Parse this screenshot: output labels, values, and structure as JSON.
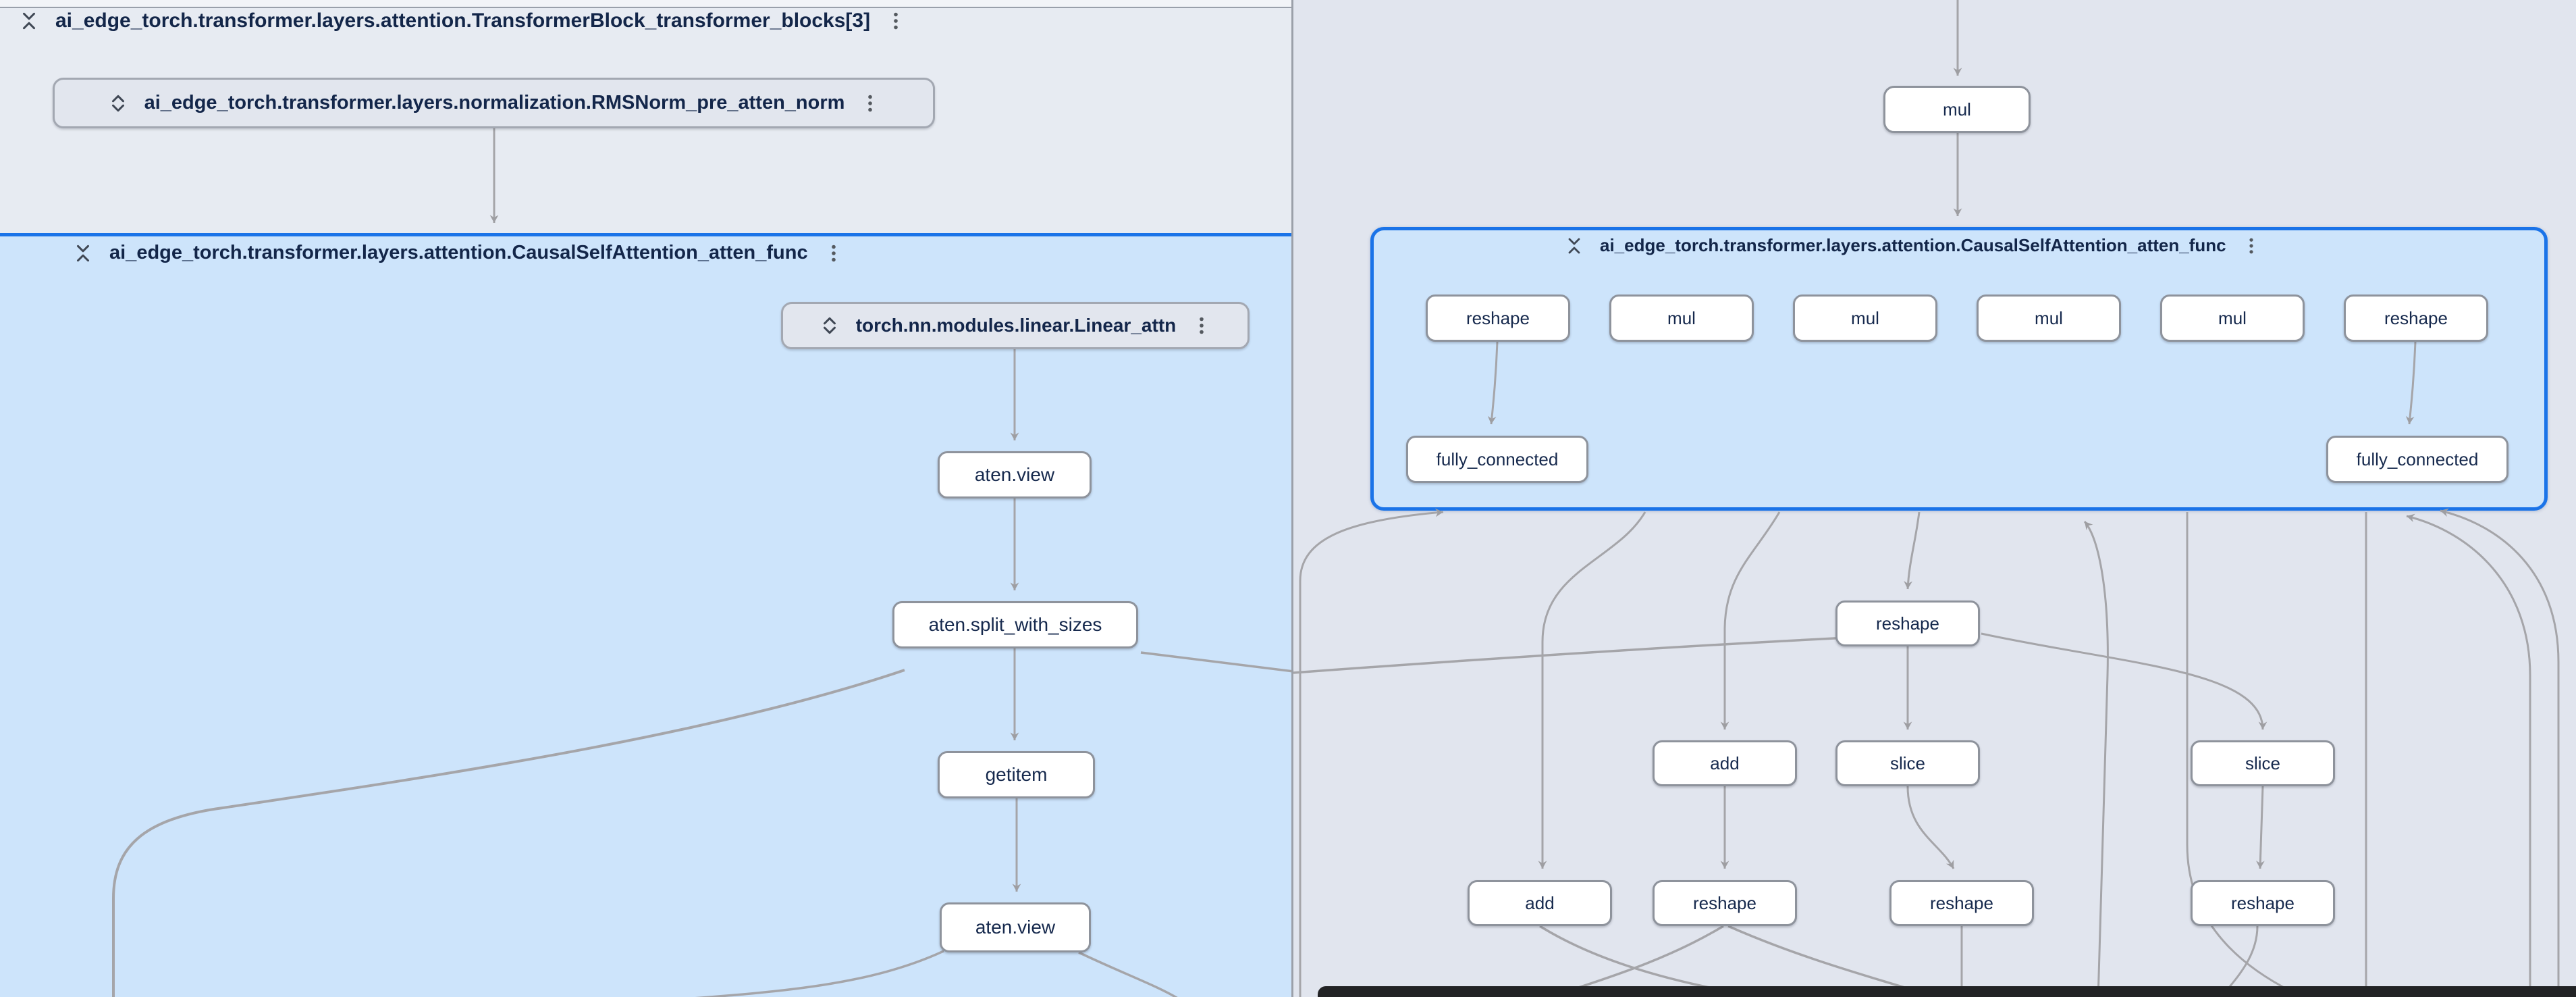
{
  "left_pane": {
    "transformer_block": {
      "title": "ai_edge_torch.transformer.layers.attention.TransformerBlock_transformer_blocks[3]"
    },
    "rms_norm_group": {
      "title": "ai_edge_torch.transformer.layers.normalization.RMSNorm_pre_atten_norm"
    },
    "attention_group": {
      "title": "ai_edge_torch.transformer.layers.attention.CausalSelfAttention_atten_func"
    },
    "linear_group": {
      "title": "torch.nn.modules.linear.Linear_attn"
    },
    "op_nodes": [
      "aten.view",
      "aten.split_with_sizes",
      "getitem",
      "aten.view"
    ]
  },
  "right_pane": {
    "top_node": "mul",
    "attention_group": {
      "title": "ai_edge_torch.transformer.layers.attention.CausalSelfAttention_atten_func"
    },
    "row1_nodes": [
      "reshape",
      "mul",
      "mul",
      "mul",
      "mul",
      "reshape"
    ],
    "row2_nodes": [
      "fully_connected",
      "fully_connected"
    ],
    "lower_nodes": [
      "reshape",
      "add",
      "slice",
      "slice",
      "add",
      "reshape",
      "reshape",
      "reshape"
    ]
  },
  "icons": {
    "collapse": "unfold-less-icon",
    "expand": "unfold-more-icon",
    "menu": "kebab-menu-icon"
  },
  "colors": {
    "selected_group_border": "#1a73e8",
    "group_background": "#cde4fb",
    "parent_group_background": "#e7ebf2",
    "right_pane_background": "#e1e5ee",
    "node_background": "#ffffff",
    "node_border": "#8e939c",
    "node_text": "#16294d",
    "edge": "#a5a5a9",
    "bottom_bar": "#222325"
  }
}
